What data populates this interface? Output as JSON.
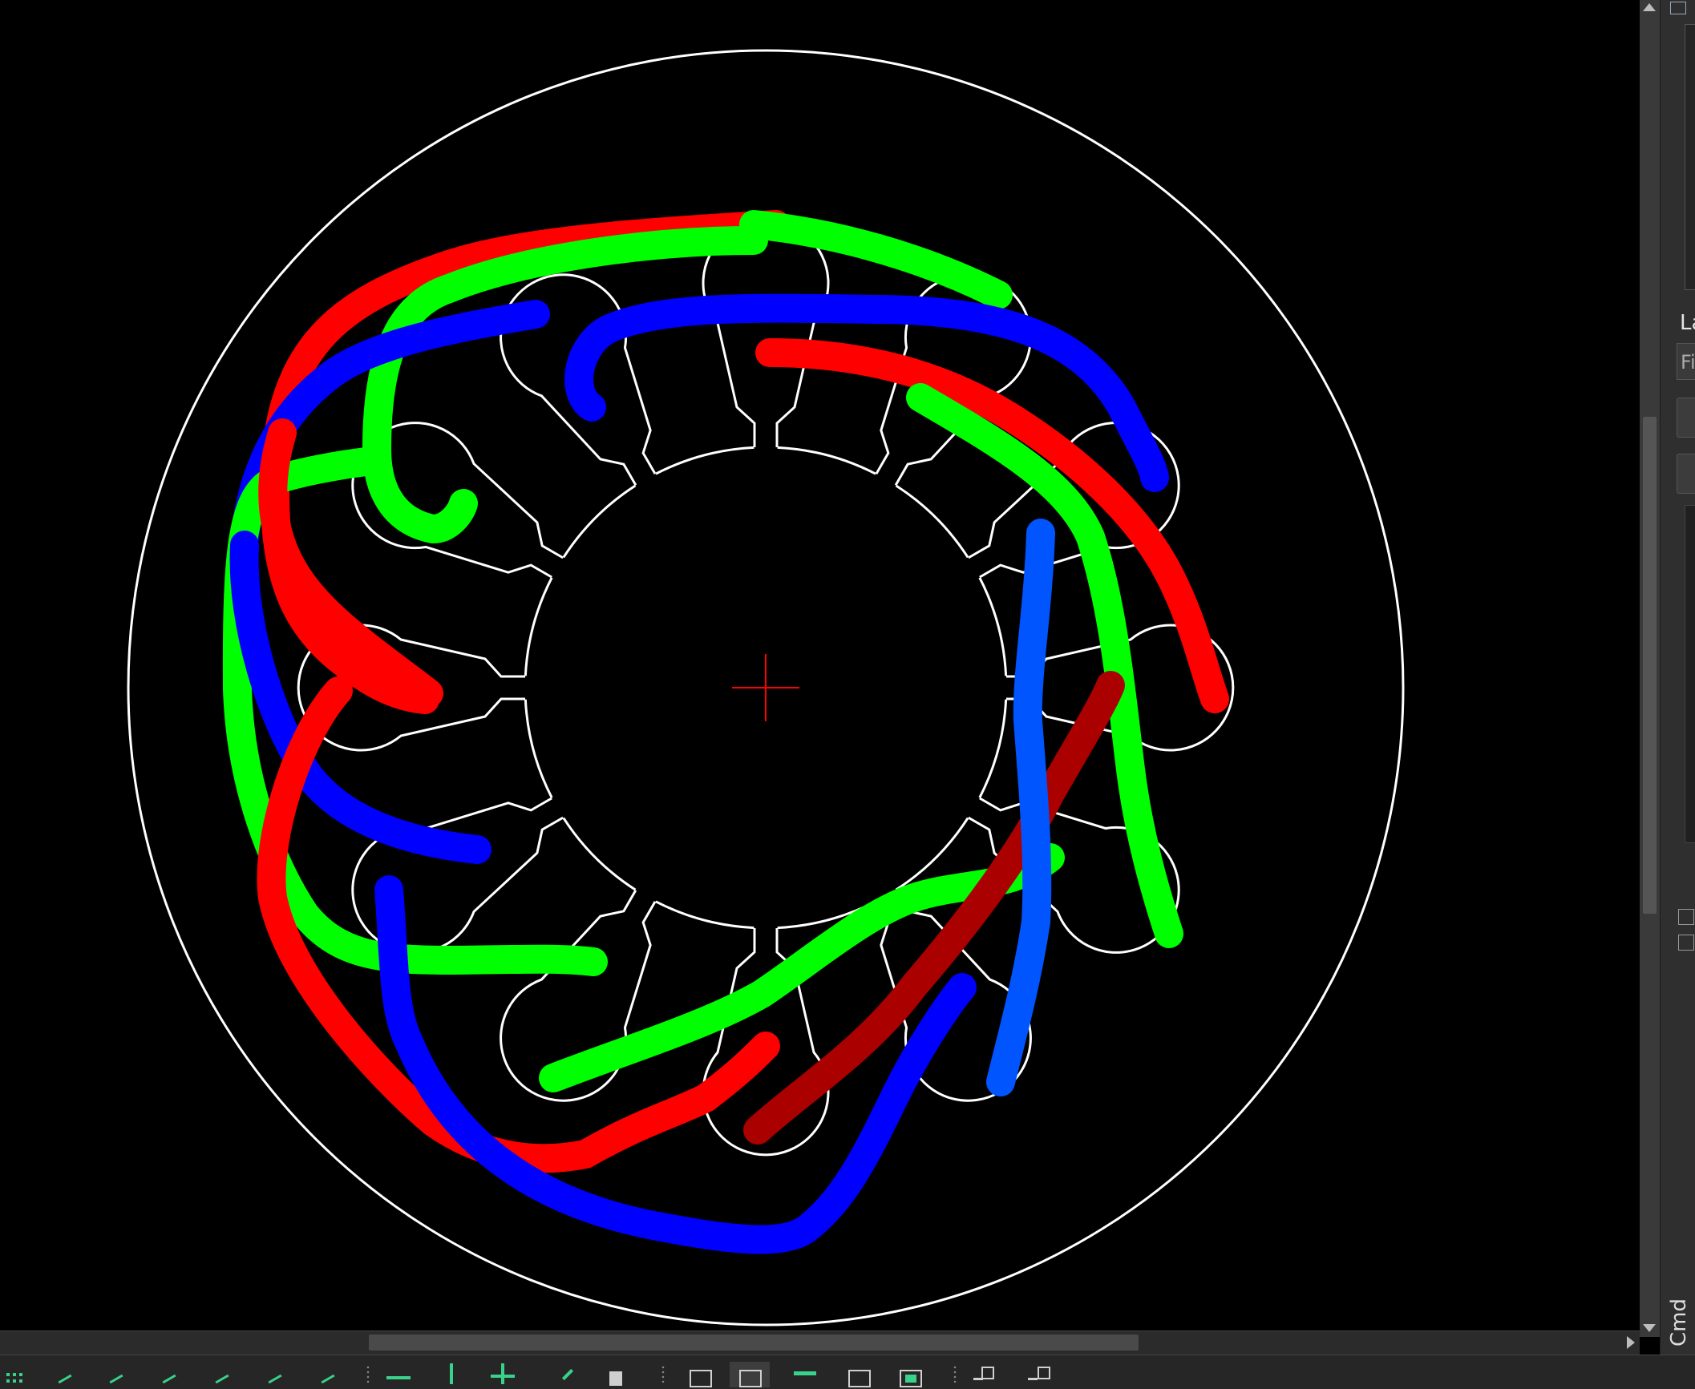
{
  "window": {
    "title": ""
  },
  "canvas": {
    "background": "#000000",
    "geometry_color": "#ffffff",
    "crosshair_color": "#ff0000",
    "stator_slot_count": 12,
    "phase_overlays": [
      {
        "color_name": "red",
        "color": "#ff0000"
      },
      {
        "color_name": "green",
        "color": "#00ff00"
      },
      {
        "color_name": "blue",
        "color": "#0000ff"
      },
      {
        "color_name": "light-blue",
        "color": "#0055ff"
      },
      {
        "color_name": "dark-red",
        "color": "#aa0000"
      }
    ]
  },
  "right_panel": {
    "layer_label_partial": "La",
    "filter_placeholder_partial": "Fi",
    "command_label": "Cmd"
  },
  "toolbar": {
    "snap_tools": [
      "snap-grid-icon",
      "snap-endpoint-icon",
      "snap-midpoint-icon",
      "snap-center-icon",
      "snap-intersection-icon",
      "snap-tangent-icon",
      "snap-perpendicular-icon",
      "snap-free-icon"
    ],
    "restriction_tools": [
      "restrict-horizontal-icon",
      "restrict-vertical-icon",
      "restrict-orthogonal-icon"
    ],
    "layer_tools": [
      "pencil-icon",
      "lock-icon"
    ],
    "view_tools": [
      "window-icon",
      "window-active-icon",
      "horizontal-bar-icon",
      "box-icon",
      "filled-box-icon"
    ],
    "block_tools": [
      "block-add-icon",
      "block-edit-icon"
    ]
  }
}
